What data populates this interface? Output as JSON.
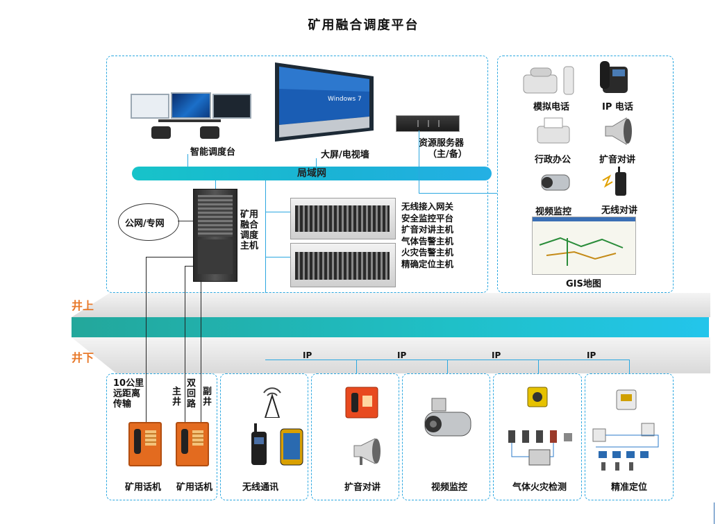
{
  "title": "矿用融合调度平台",
  "above_label": "井上",
  "below_label": "井下",
  "lan_label": "局域网",
  "public_network": "公网/专网",
  "top_devices": {
    "dispatch_console": "智能调度台",
    "video_wall": "大屏/电视墙",
    "resource_server_line1": "资源服务器",
    "resource_server_line2": "（主/备）",
    "host_label": "矿用\n融合\n调度\n主机",
    "windows_brand": "Windows 7",
    "servers": [
      "无线接入网关",
      "安全监控平台",
      "扩音对讲主机",
      "气体告警主机",
      "火灾告警主机",
      "精确定位主机"
    ]
  },
  "right_panel": {
    "items": [
      "模拟电话",
      "IP 电话",
      "行政办公",
      "扩音对讲",
      "视频监控",
      "无线对讲"
    ],
    "gis_label": "GIS地图"
  },
  "ip_labels": [
    "IP",
    "IP",
    "IP",
    "IP"
  ],
  "bottom": {
    "distance": "10公里\n远距离\n传输",
    "main_shaft": "主\n井",
    "dual_route": "双\n回\n路",
    "aux_shaft": "副\n井",
    "mine_phone_1": "矿用话机",
    "mine_phone_2": "矿用话机",
    "wireless": "无线通讯",
    "intercom": "扩音对讲",
    "video": "视频监控",
    "gas_fire": "气体火灾检测",
    "positioning": "精准定位"
  },
  "colors": {
    "accent": "#2aa7e0",
    "lan": "#1bb2d6",
    "orange": "#e8792a",
    "band": "#1fc0c8"
  }
}
